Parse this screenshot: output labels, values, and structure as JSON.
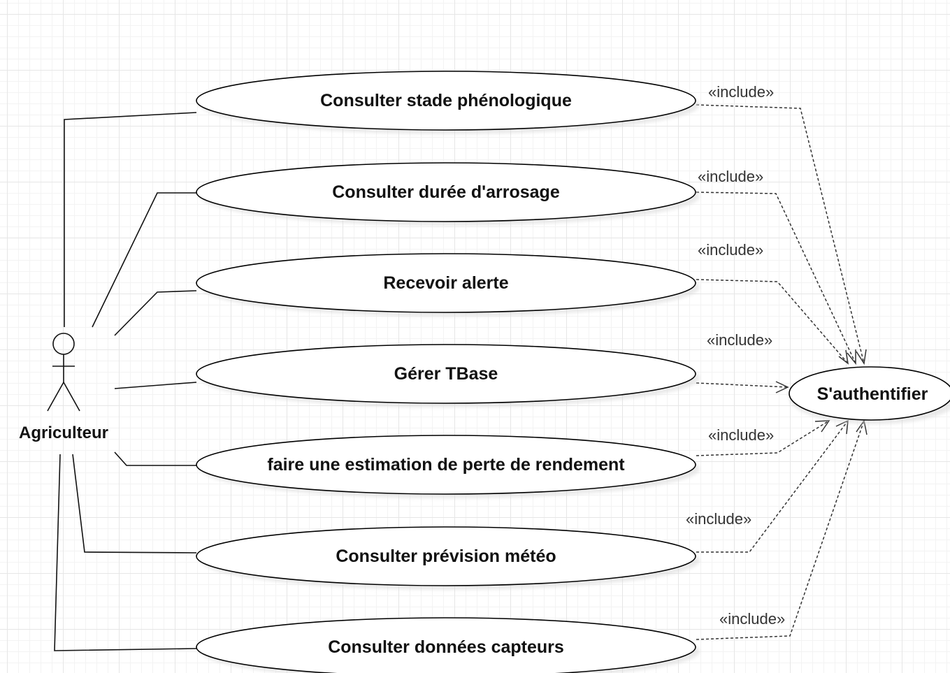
{
  "actor": {
    "label": "Agriculteur",
    "icon": "stick-figure-icon"
  },
  "use_cases": [
    {
      "id": "uc1",
      "label": "Consulter stade phénologique"
    },
    {
      "id": "uc2",
      "label": "Consulter durée d'arrosage"
    },
    {
      "id": "uc3",
      "label": "Recevoir alerte"
    },
    {
      "id": "uc4",
      "label": "Gérer TBase"
    },
    {
      "id": "uc5",
      "label": "faire une estimation de perte de rendement"
    },
    {
      "id": "uc6",
      "label": "Consulter prévision météo"
    },
    {
      "id": "uc7",
      "label": "Consulter données capteurs"
    }
  ],
  "target_use_case": {
    "label": "S'authentifier"
  },
  "relations": [
    {
      "from": "uc1",
      "to": "auth",
      "stereotype": "«include»"
    },
    {
      "from": "uc2",
      "to": "auth",
      "stereotype": "«include»"
    },
    {
      "from": "uc3",
      "to": "auth",
      "stereotype": "«include»"
    },
    {
      "from": "uc4",
      "to": "auth",
      "stereotype": "«include»"
    },
    {
      "from": "uc5",
      "to": "auth",
      "stereotype": "«include»"
    },
    {
      "from": "uc6",
      "to": "auth",
      "stereotype": "«include»"
    },
    {
      "from": "uc7",
      "to": "auth",
      "stereotype": "«include»"
    }
  ]
}
